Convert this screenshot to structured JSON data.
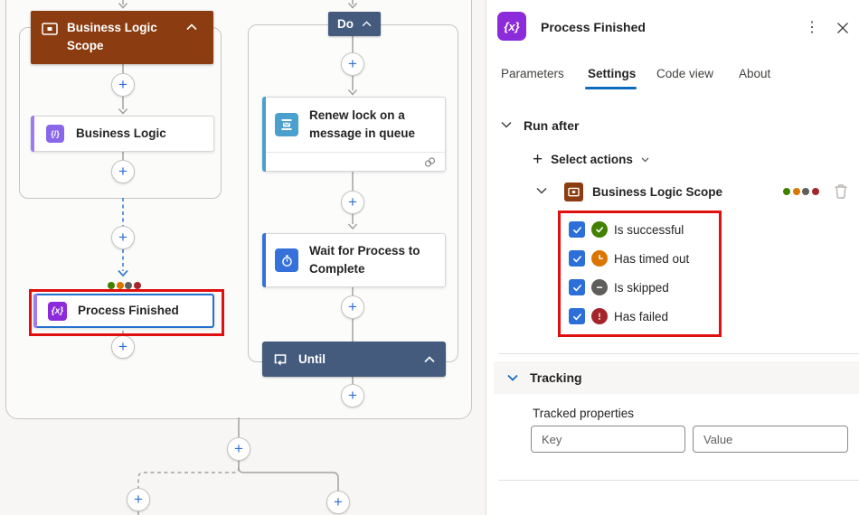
{
  "icons": {
    "plus": "+",
    "more": "⋮",
    "code_glyph": "{/}",
    "variable_glyph": "{x}"
  },
  "canvas": {
    "business_logic_scope": {
      "label": "Business Logic Scope"
    },
    "business_logic": {
      "label": "Business Logic"
    },
    "process_finished": {
      "label": "Process Finished"
    },
    "do": {
      "label": "Do"
    },
    "renew_lock": {
      "label": "Renew lock on a message in queue"
    },
    "wait_for_process": {
      "label": "Wait for Process to Complete"
    },
    "until": {
      "label": "Until"
    },
    "status_dot_colors": [
      "#428000",
      "#DB7500",
      "#605E5C",
      "#A4262C"
    ]
  },
  "panel": {
    "title": "Process Finished",
    "tabs": [
      {
        "label": "Parameters",
        "active": false
      },
      {
        "label": "Settings",
        "active": true
      },
      {
        "label": "Code view",
        "active": false
      },
      {
        "label": "About",
        "active": false
      }
    ],
    "run_after": {
      "label": "Run after",
      "select_actions_label": "Select actions",
      "action": {
        "label": "Business Logic Scope",
        "status_dot_colors": [
          "#428000",
          "#DB7500",
          "#605E5C",
          "#A4262C"
        ]
      },
      "statuses": [
        {
          "label": "Is successful",
          "checked": true,
          "color": "#428000"
        },
        {
          "label": "Has timed out",
          "checked": true,
          "color": "#DB7500"
        },
        {
          "label": "Is skipped",
          "checked": true,
          "color": "#605E5C"
        },
        {
          "label": "Has failed",
          "checked": true,
          "color": "#A4262C"
        }
      ]
    },
    "tracking": {
      "label": "Tracking",
      "tracked_properties_label": "Tracked properties",
      "key_placeholder": "Key",
      "value_placeholder": "Value"
    }
  },
  "colors": {
    "accent_blue": "#0F6CBD",
    "scope_brown": "#8B3C10",
    "loop_slate": "#455B7E",
    "service_bus_blue": "#4BA0CE",
    "wait_blue": "#3670D9",
    "inline_code_purple": "#8A66E8",
    "variable_purple": "#8B2BD9",
    "selection_red": "#E20F0F",
    "selected_border_blue": "#2470CF",
    "checkbox_blue": "#2D6FD8"
  }
}
